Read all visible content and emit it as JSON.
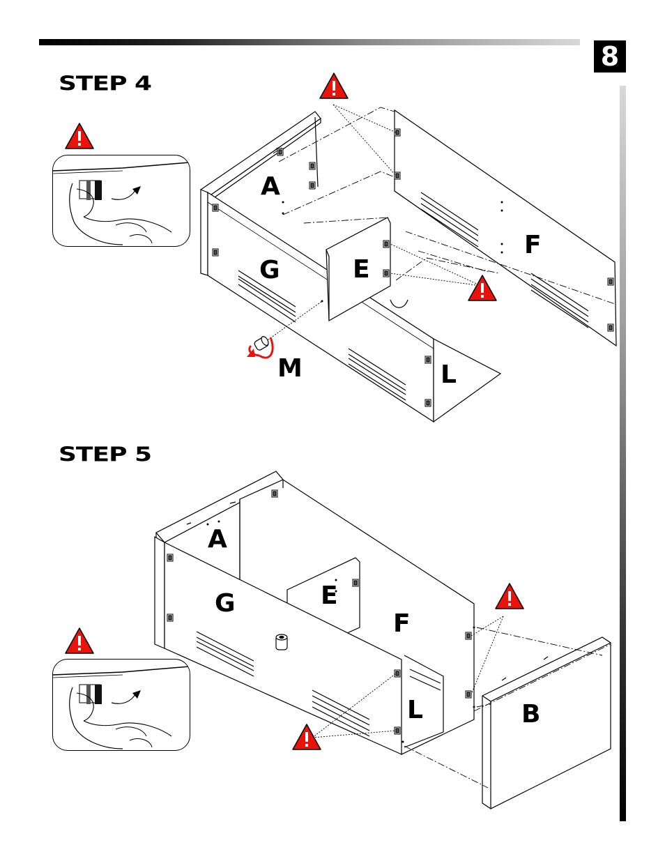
{
  "page": {
    "number": "8"
  },
  "step4": {
    "title": "STEP 4",
    "labels": {
      "a": "A",
      "f": "F",
      "g": "G",
      "e": "E",
      "m": "M",
      "l": "L"
    }
  },
  "step5": {
    "title": "STEP 5",
    "labels": {
      "a": "A",
      "g": "G",
      "e": "E",
      "f": "F",
      "l": "L",
      "b": "B"
    }
  },
  "colors": {
    "warning": "#e8140c",
    "ink": "#000000"
  },
  "icons": [
    "warning-triangle-icon",
    "cam-lock-turn-arrow-icon"
  ]
}
